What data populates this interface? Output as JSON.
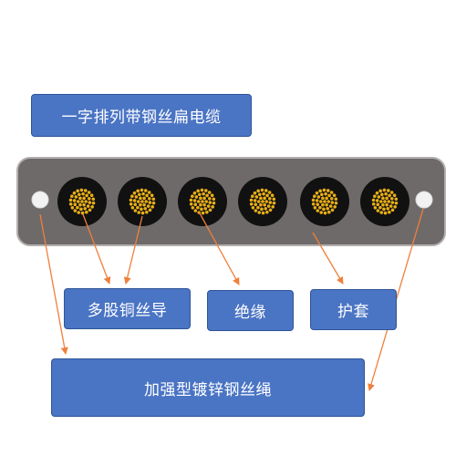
{
  "title": "一字排列带钢丝扁电缆",
  "labels": {
    "conductor": "多股铜丝导",
    "insulation": "绝缘",
    "sheath": "护套",
    "steel_wire": "加强型镀锌钢丝绳"
  },
  "colors": {
    "box_fill": "#4a74c4",
    "box_border": "#2f5597",
    "cable_jacket": "#6e6a69",
    "jacket_edge": "#b3afae",
    "insulation": "#111111",
    "copper_strand": "#e8ae16",
    "steel_wire": "#f2f2f2",
    "leader_line": "#f07f3c"
  },
  "cable": {
    "conductor_count": 6,
    "steel_wire_count": 2
  }
}
